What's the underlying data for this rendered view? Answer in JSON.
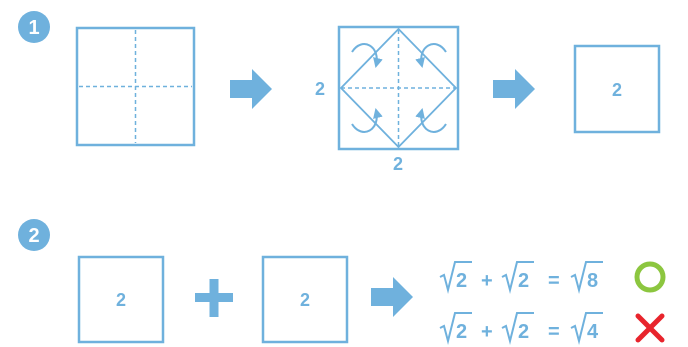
{
  "colors": {
    "primary": "#6fb1dd",
    "correct": "#8cc63f",
    "wrong": "#e8242c",
    "background": "#ffffff"
  },
  "step1": {
    "number": "1",
    "folded_left_label": "2",
    "folded_bottom_label": "2",
    "result_label": "2"
  },
  "step2": {
    "number": "2",
    "square_left_label": "2",
    "square_right_label": "2",
    "equation_correct": {
      "lhs_a": "2",
      "plus": "+",
      "lhs_b": "2",
      "equals": "=",
      "rhs": "8",
      "mark_icon": "circle-icon"
    },
    "equation_wrong": {
      "lhs_a": "2",
      "plus": "+",
      "lhs_b": "2",
      "equals": "=",
      "rhs": "4",
      "mark_icon": "cross-icon"
    }
  }
}
